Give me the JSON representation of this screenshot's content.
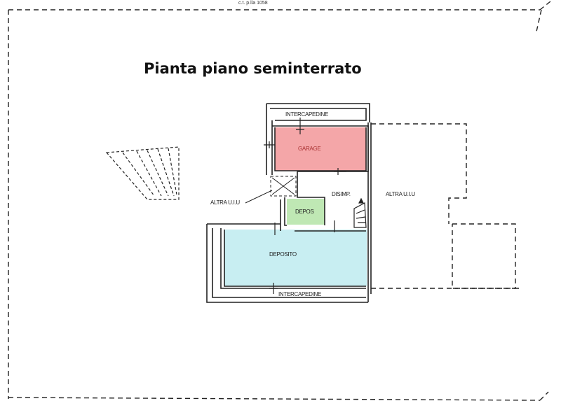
{
  "title": "Pianta piano seminterrato",
  "boundary_label_top": "c.t. p.lla 1058",
  "rooms": {
    "intercapedine_top": "INTERCAPEDINE",
    "garage": "GARAGE",
    "disimpegno": "DISIMP.",
    "altra_uiu_left": "ALTRA U.I.U",
    "altra_uiu_right": "ALTRA U.I.U",
    "depos": "DEPOS",
    "deposito": "DEPOSITO",
    "intercapedine_bottom": "INTERCAPEDINE"
  },
  "colors": {
    "garage": "#f4a6a8",
    "depos": "#bfe8b4",
    "deposito": "#c8eef2"
  }
}
